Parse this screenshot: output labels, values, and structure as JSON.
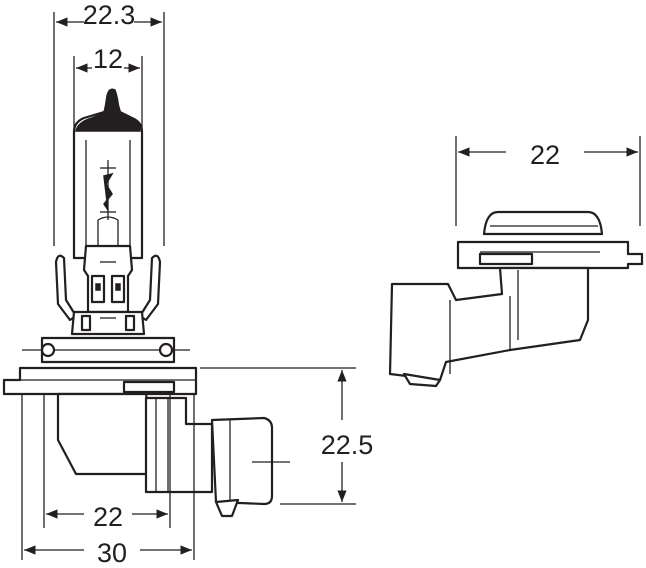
{
  "dimensions": {
    "top_width": "22.3",
    "inner_width": "12",
    "side_width": "22",
    "height": "22.5",
    "base_inner": "22",
    "base_outer": "30"
  },
  "colors": {
    "line": "#231f20",
    "background": "#ffffff"
  }
}
